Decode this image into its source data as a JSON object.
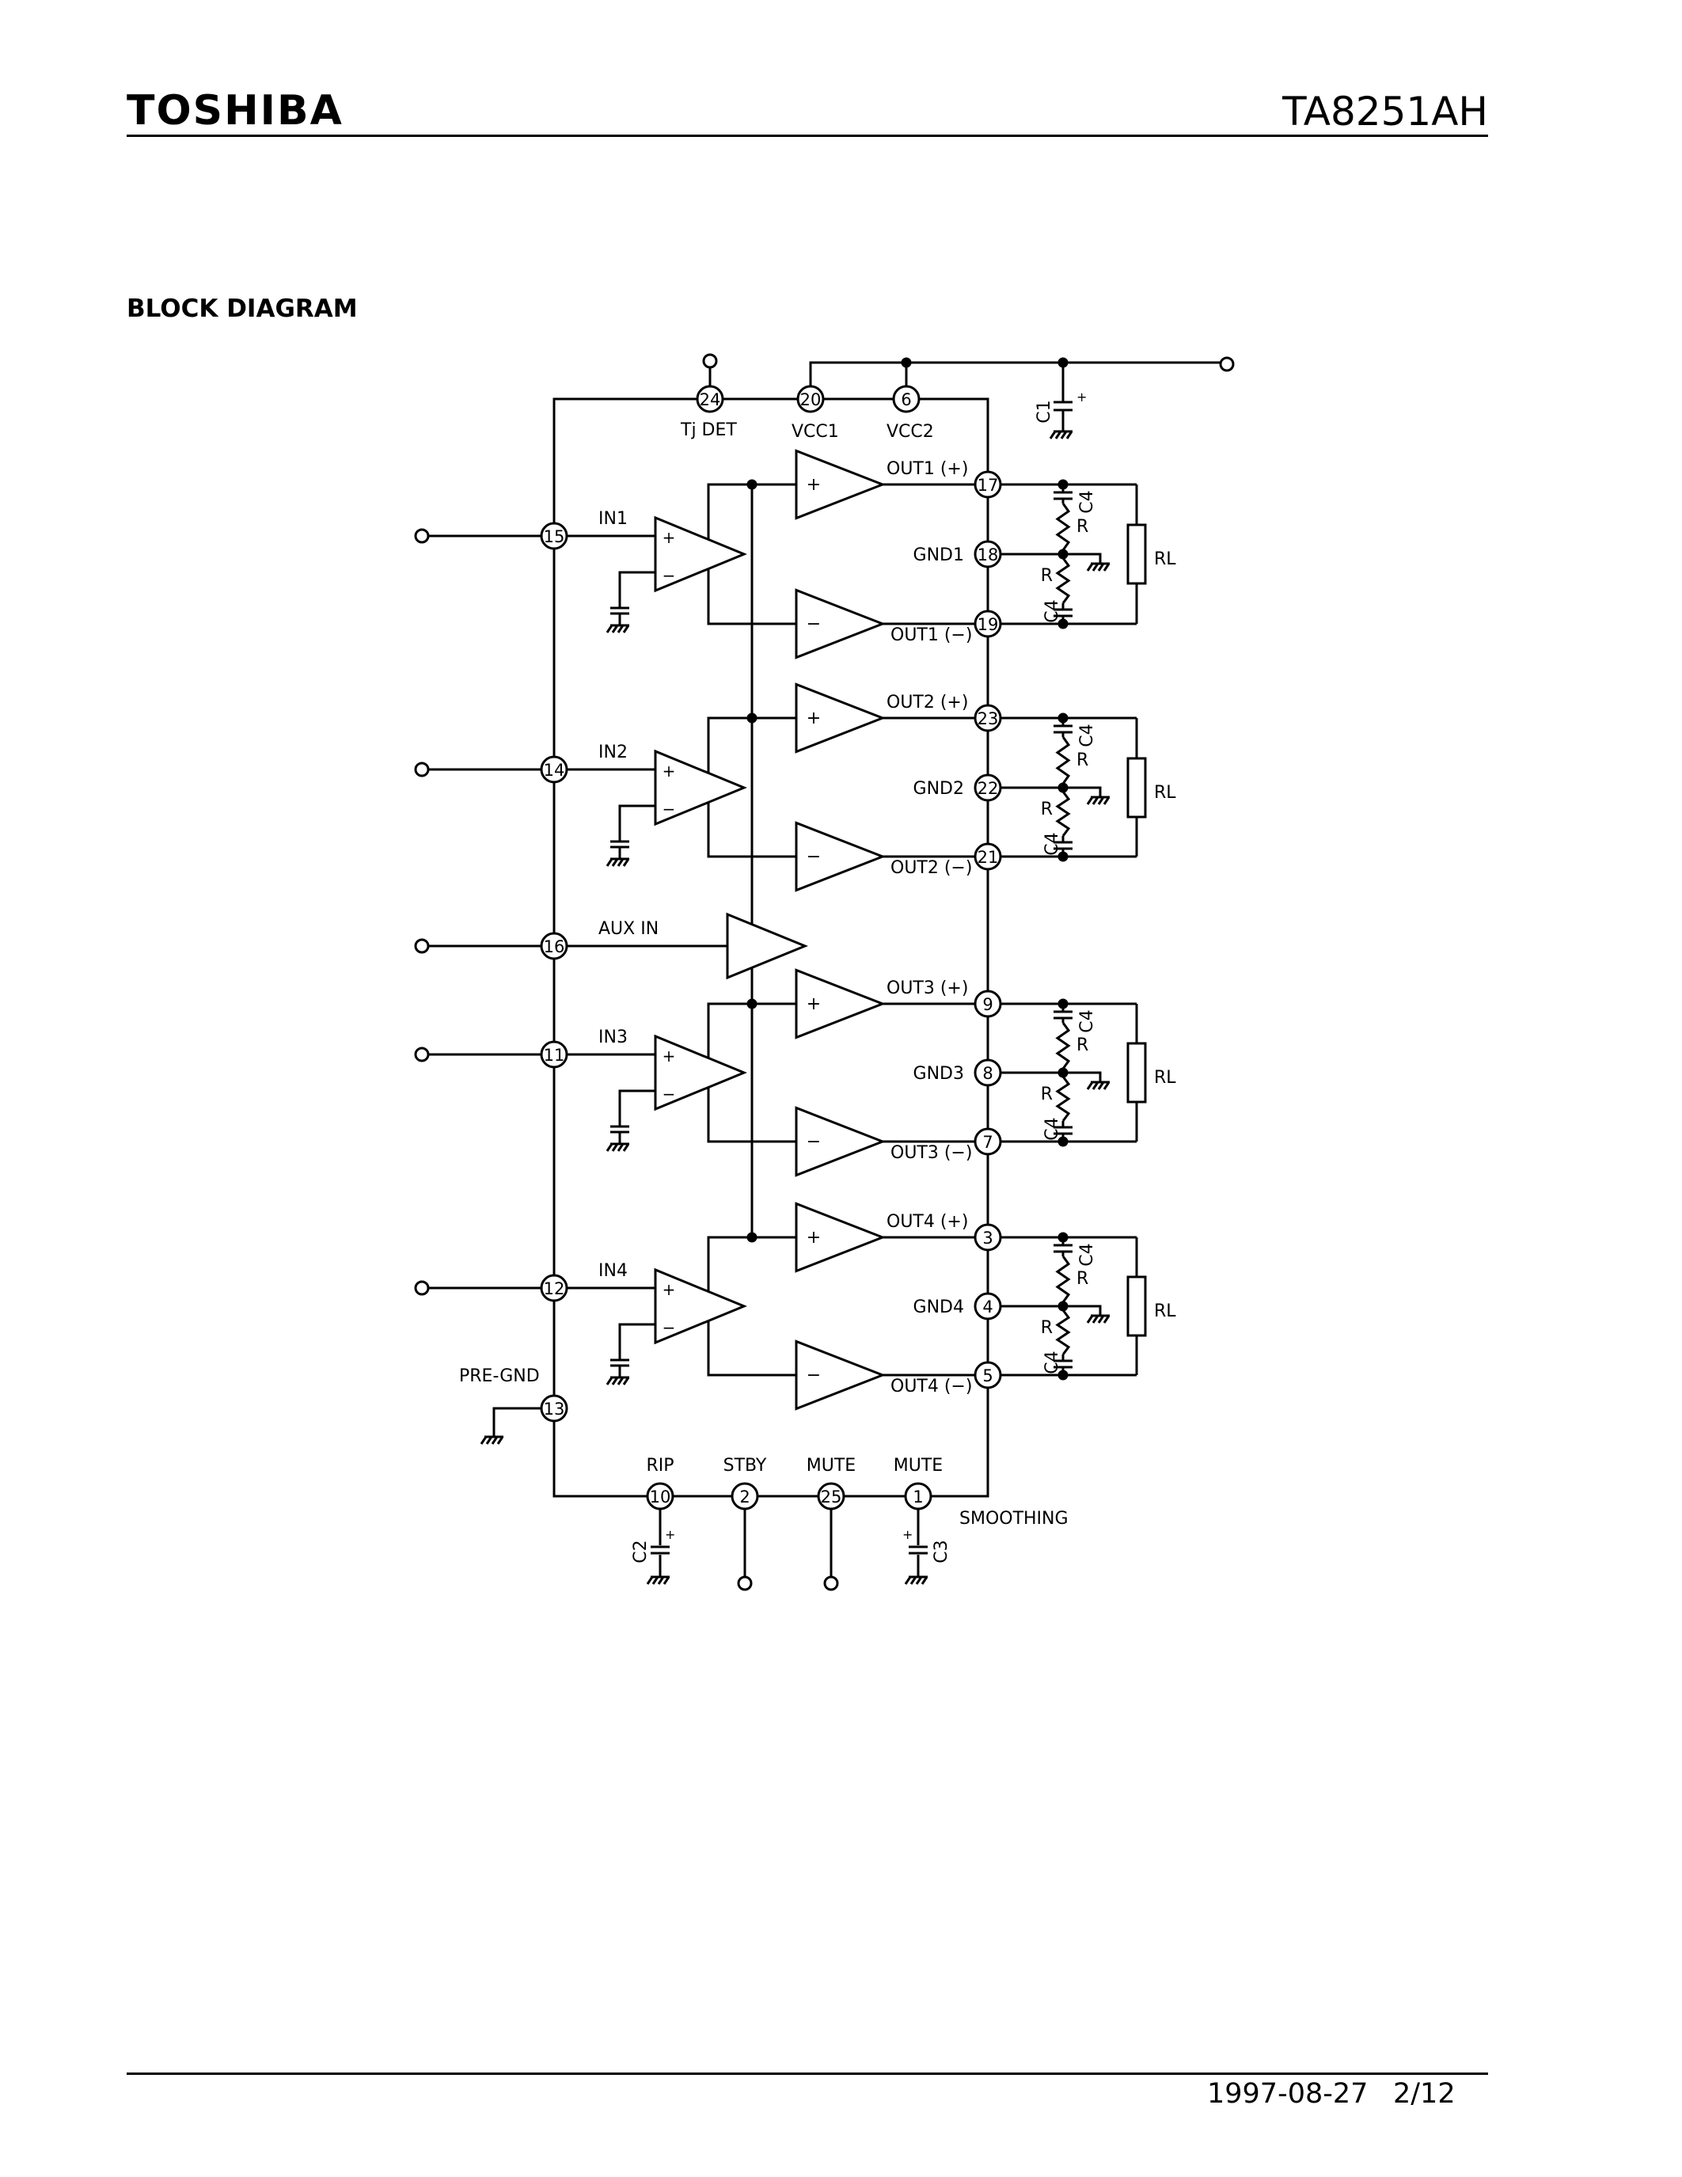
{
  "header": {
    "brand": "TOSHIBA",
    "part_number": "TA8251AH"
  },
  "section_title": "BLOCK DIAGRAM",
  "footer": {
    "date": "1997-08-27",
    "page": "2/12"
  },
  "top_pins": [
    {
      "num": "24",
      "label": "Tj DET"
    },
    {
      "num": "20",
      "label": "VCC1"
    },
    {
      "num": "6",
      "label": "VCC2"
    }
  ],
  "c1_label": "C1",
  "inputs": [
    {
      "pin": "15",
      "label": "IN1"
    },
    {
      "pin": "14",
      "label": "IN2"
    },
    {
      "pin": "16",
      "label": "AUX IN"
    },
    {
      "pin": "11",
      "label": "IN3"
    },
    {
      "pin": "12",
      "label": "IN4"
    },
    {
      "pin": "13",
      "label": "PRE-GND"
    }
  ],
  "channels": [
    {
      "out_pos_label": "OUT1 (+)",
      "out_pos_pin": "17",
      "gnd_label": "GND1",
      "gnd_pin": "18",
      "out_neg_label": "OUT1 (−)",
      "out_neg_pin": "19"
    },
    {
      "out_pos_label": "OUT2 (+)",
      "out_pos_pin": "23",
      "gnd_label": "GND2",
      "gnd_pin": "22",
      "out_neg_label": "OUT2 (−)",
      "out_neg_pin": "21"
    },
    {
      "out_pos_label": "OUT3 (+)",
      "out_pos_pin": "9",
      "gnd_label": "GND3",
      "gnd_pin": "8",
      "out_neg_label": "OUT3 (−)",
      "out_neg_pin": "7"
    },
    {
      "out_pos_label": "OUT4 (+)",
      "out_pos_pin": "3",
      "gnd_label": "GND4",
      "gnd_pin": "4",
      "out_neg_label": "OUT4 (−)",
      "out_neg_pin": "5"
    }
  ],
  "load": {
    "cap": "C4",
    "res": "R",
    "rl": "RL"
  },
  "bottom_pins": [
    {
      "num": "10",
      "label": "RIP"
    },
    {
      "num": "2",
      "label": "STBY"
    },
    {
      "num": "25",
      "label": "MUTE"
    },
    {
      "num": "1",
      "label": "MUTE"
    }
  ],
  "smoothing_label": "SMOOTHING",
  "c2_label": "C2",
  "c3_label": "C3"
}
